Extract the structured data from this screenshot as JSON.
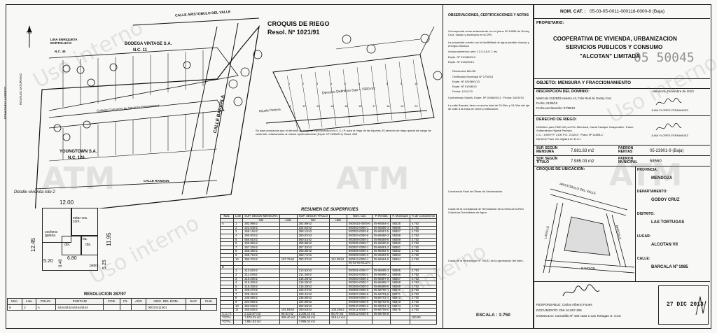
{
  "croquis": {
    "title": "CROQUIS DE RIEGO",
    "resol": "Resol. Nº 1021/91"
  },
  "map": {
    "calle_aristobulo": "CALLE ARISTOBULO DEL VALLE",
    "calle_barcala": "CALLE BARCALA",
    "calle_rawson": "CALLE RAWSON",
    "owner_1": "LINA ENRIQUETA BARTOLUCCI",
    "owner_1_nc": "N.C. 45",
    "owner_2": "BODEGA VINTAGE S.A.",
    "owner_2_nc": "N.C. 11",
    "owner_3": "YOUNGTOWN S.A.",
    "owner_3_nc": "N.C. 126",
    "owner_4": "ECHAGARAY ALBERTO",
    "owner_5": "ROSALES SATURNINO",
    "callejon": "Callejón Comunero de Servicios Permanentes",
    "detalle_label": "Detalle vivienda lote 2",
    "dim_12": "12.00",
    "dim_6_80": "6.80",
    "dim_12_45": "12.45",
    "dim_11_95": "11.95",
    "dim_5_20": "5.20",
    "dim_5_25": "5.25",
    "dim_0_40": "0.40",
    "room_cochera": "cochera galeria",
    "room_estar": "estar coc. com.",
    "room_dor1": "dor.",
    "room_dor2": "dor.",
    "room_ba": "ba.",
    "room_patio": "patio",
    "nm": "NM",
    "derecho_riego": "Derecho Definitivo Sup.= 7560 m2",
    "hijuela": "Hijuela Pereyra",
    "riego_note": "Se deja constancia que el derecho de riego se fraccionará por la C.C.I.P. para el riego de las hijuelas. El derecho de riego queda sin cargo de cada lote, relacionados al mismo oportunamente (Expte. Nº 233389-1) Resol. 805",
    "croquis_lote_nums": [
      "1",
      "2",
      "3",
      "4",
      "5",
      "6",
      "7",
      "8",
      "9",
      "10",
      "11",
      "12",
      "13",
      "14",
      "15",
      "16",
      "17",
      "18",
      "19",
      "20"
    ]
  },
  "resumen": {
    "title": "RESUMEN DE SUPERFICIES",
    "headers": [
      "Mza.",
      "Lote",
      "SUP. SEGÚN MENSURA",
      "",
      "SUP. SEGÚN TÍTULO",
      "",
      "Nom. Cat.",
      "P. Rentas",
      "P. Municipal",
      "% de Condominio"
    ],
    "subheaders": [
      "",
      "",
      "lote",
      "calle",
      "lote",
      "calle",
      "",
      "",
      "",
      ""
    ],
    "rows": [
      [
        "A",
        "1",
        "282.99m2",
        "",
        "282.99m2",
        "",
        "0500010-0000-6",
        "05-66554-4",
        "58325",
        "4.762"
      ],
      [
        "",
        "2",
        "222.54m2",
        "",
        "222.54m2",
        "",
        "000002-0000-1",
        "05-66556-3",
        "58356",
        "4.762"
      ],
      [
        "",
        "3",
        "268.12m2",
        "",
        "268.12m2",
        "",
        "000003-0000-8",
        "05-66557-5",
        "58357",
        "4.762"
      ],
      [
        "",
        "4",
        "280.97m2",
        "",
        "280.97m2",
        "",
        "000004-0000-6",
        "05-66558-3",
        "58358",
        "4.762"
      ],
      [
        "",
        "5",
        "560.61m2",
        "",
        "560.61m2",
        "",
        "000005-0000-2",
        "05-66559-6",
        "58359",
        "4.762"
      ],
      [
        "",
        "6",
        "255.88m2",
        "",
        "255.88m2",
        "",
        "000006-0000-7",
        "05-66590-5",
        "58360",
        "4.762"
      ],
      [
        "",
        "7",
        "257.32m2",
        "",
        "257.32m2",
        "",
        "000007-0000-1",
        "05-66691-2",
        "58361",
        "4.762"
      ],
      [
        "",
        "8",
        "258.38m2",
        "",
        "258.35m2",
        "",
        "000008-0000-2",
        "05-66692-0",
        "58362",
        "4.762"
      ],
      [
        "",
        "9",
        "258.71m2",
        "",
        "258.71m2",
        "",
        "000009-0000-3",
        "05-66693-8",
        "58363",
        "4.762"
      ],
      [
        "",
        "10",
        "393.37m2",
        "107.75m2",
        "393.37m2",
        "112.35m2",
        "000010-0000-1",
        "05-66594-5",
        "58364",
        "4.762"
      ],
      [
        "",
        "",
        "",
        "",
        "",
        "",
        "05-03-05-0112-0",
        "",
        "",
        ""
      ],
      [
        "B",
        "",
        "",
        "",
        "",
        "",
        "",
        "",
        "",
        ""
      ],
      [
        "",
        "1",
        "213.62m2",
        "",
        "213.62m2",
        "",
        "000001-0000-7",
        "05-66695-3",
        "58365",
        "4.762"
      ],
      [
        "",
        "2",
        "211.44m2",
        "",
        "211.44m2",
        "",
        "000002-0000-2",
        "05-66696-1",
        "58366",
        "4.762"
      ],
      [
        "",
        "3",
        "216.20m2",
        "",
        "216.20m2",
        "",
        "000003-0000-2",
        "05-66697-8",
        "58367",
        "4.762"
      ],
      [
        "",
        "4",
        "216.20m2",
        "",
        "216.20m2",
        "",
        "000004-0000-7",
        "05-66698-7",
        "58368",
        "4.762"
      ],
      [
        "",
        "5",
        "216.20m2",
        "",
        "216.20m2",
        "",
        "000005-0000-3",
        "05-66699-5",
        "58369",
        "4.762"
      ],
      [
        "",
        "6",
        "225.27m2",
        "",
        "225.27m2",
        "",
        "000006-0000-9",
        "05-66700-1",
        "58370",
        "4.762"
      ],
      [
        "",
        "7",
        "228.41m2",
        "",
        "228.41m2",
        "",
        "000007-0000-5",
        "05-66701-9",
        "58371",
        "4.762"
      ],
      [
        "",
        "8",
        "236.55m2",
        "",
        "236.55m2",
        "",
        "000008-0000-1",
        "05-66702-7",
        "58372",
        "4.762"
      ],
      [
        "",
        "9",
        "224.69m2",
        "",
        "224.69m2",
        "",
        "000009-0000-6",
        "05-66703-5",
        "58373",
        "4.762"
      ],
      [
        "",
        "10",
        "252.63m2",
        "",
        "252.63m2",
        "",
        "000010-0000-2",
        "05-66704-3",
        "58374",
        "4.762"
      ],
      [
        "",
        "11",
        "250.63m2",
        "101.84m2",
        "250.63m2",
        "105.35m2",
        "000011-0000-7",
        "05-66705-0",
        "58375",
        "4.762"
      ],
      [
        "C.C.I.F.",
        "",
        "2,115.87 m2",
        "96.61 m2",
        "2,206.23 m2",
        "96.70 m2",
        "000012-0000-5",
        "05-66708-8",
        "",
        ""
      ],
      [
        "TOTAL",
        "",
        "7,578.23 m2",
        "309.40 m2",
        "7,665.59 m2",
        "318.44 m2",
        "",
        "",
        "",
        "100.00"
      ],
      [
        "TOTAL",
        "",
        "7,881.63 m2",
        "",
        "7,985.03 m2",
        "",
        "",
        "",
        "",
        ""
      ]
    ]
  },
  "resolucion": {
    "title": "RESOLUCION 287/97",
    "headers": [
      "Mzo.",
      "Lote",
      "POLIG.",
      "PUNTAJE",
      "COD.",
      "F/L",
      "AÑO",
      "INSC. DEL DOM.",
      "SUP.",
      "CUB."
    ],
    "row": [
      "8",
      "2",
      "A",
      "44444444444444444",
      "",
      "",
      "",
      "00010111001",
      "",
      ""
    ]
  },
  "observaciones": {
    "title": "OBSERVACIONES, CERTIFICACIONES Y NOTAS",
    "p1": "Corresponde como antecedente con el plano Nº 44365 de Godoy Cruz, visado y archivado en la DPC",
    "p2": "La propiedad cuenta con la factibilidad de agua potable cloacas y energía eléctrica",
    "p3": "Amojonamientos: pies 1,2,3,4,5,5,7, etc.",
    "p4": "Expte. Nº 21048/2013",
    "p5": "Expte. Nº 2153/2013",
    "p6": "Resolución 801/98",
    "p7": "Certificado Municipal Nº 2735/13",
    "p8": "Expte. Nº 02458/G/13",
    "p9": "Expte. Nº 01938/13",
    "p10": "Fecha: 12/12/13",
    "p11": "Conformado Subdiv. Expte. Nº 03456/S/11 · Fecha: 28/10/13",
    "p12": "La calle Barcala, tiene un ancho total de 20.00m y 10.00m del eje de calle a la línea de cierre y edificación.",
    "p13": "Constancia Final de Obras de Urbanización",
    "p14": "Copia de la Constancia de Terminación de la Obra de la Red Colectora Domiciliaria de Agua.",
    "p15": "Copia de la Resolución Nº 700/11 de la aprobación del loteo."
  },
  "header": {
    "nom_cat_label": "NOM. CAT. :",
    "nom_cat_value": "05-03-05-0011-000118-0000-8 (Baja)",
    "propietario_label": "PROPIETARIO:",
    "propietario_1": "COOPERATIVA DE VIVIENDA, URBANIZACION",
    "propietario_2": "SERVICIOS PUBLICOS Y CONSUMO",
    "propietario_3": "\"ALCOTAN\" LIMITADA",
    "stamp_num": "05 50045",
    "objeto": "OBJETO: MENSURA Y FRACCIONAMIENTO",
    "inscripcion_label": "INSCRIPCION DEL DOMINIO:",
    "inscripcion_text": "Matrícula 313283/5 Asiento A2, Folio Real de Godoy Cruz",
    "inscripcion_fecha": "Fecha: 21/05/10",
    "fecha_escrituracion": "Fecha escrituración: 07/05/10",
    "derecho_riego_label": "DERECHO DE RIEGO:",
    "derecho_riego_text": "Definitivo para 7560 m2 por Río Mendoza, Canal Cacique Guaymallen, Tramo Subterráneo Hijuela Pereyra.",
    "derecho_riego_cc": "C.C.: 1009 P.P. 2100 P.G. 213243 · Plano Nº 14808-C",
    "derecho_riego_pozo": "No tiene Pozo. No registra en D.G.I.",
    "sup_mensura_label": "SUP. SEGÚN MENSURA",
    "sup_mensura": "7.881.63 m2",
    "sup_titulo_label": "SUP. SEGÚN TÍTULO",
    "sup_titulo": "7.985.03 m2",
    "padron_rentas_label": "PADRON RENTAS",
    "padron_rentas": "05-23901-9 (Baja)",
    "padron_municipal_label": "PADRON MUNICIPAL",
    "padron_municipal": "58560",
    "croquis_ubicacion": "CROQUIS DE UBICACION:",
    "provincia_label": "PROVINCIA:",
    "provincia": "MENDOZA",
    "departamento_label": "DEPARTAMENTO:",
    "departamento": "GODOY CRUZ",
    "distrito_label": "DISTRITO:",
    "distrito": "LAS TORTUGAS",
    "lugar_label": "LUGAR:",
    "lugar": "ALCOTAN VII",
    "calle_label": "CALLE:",
    "calle": "BARCALA Nº 1985",
    "escala": "ESCALA : 1:750",
    "responsable": "RESPONSABLE: Carlos Alberto Funes",
    "documento": "DOCUMENTO: DNI 10.807.305",
    "domicilio": "DOMICILIO: Carrodilla Nº 430 casa 1 Las Tortugas G. Cruz",
    "mendoza_fecha": "Mendoza, Diciembre de 2013",
    "firma_1": "JUAN FLORES FERNANDEZ",
    "firma_2": "JUAN FLORES FERNANDEZ",
    "stamp_date": "27 DIC 2013",
    "ubic_aristobulo": "ARISTOBULO DEL VALLE",
    "ubic_rawson": "RAWSON",
    "ubic_barcala": "BARCALA",
    "ubic_lavalle": "LAVALLE"
  },
  "watermarks": [
    "Uso interno",
    "Uso interno",
    "Uso interno",
    "Uso interno",
    "ATM",
    "ATM",
    "ATM"
  ]
}
